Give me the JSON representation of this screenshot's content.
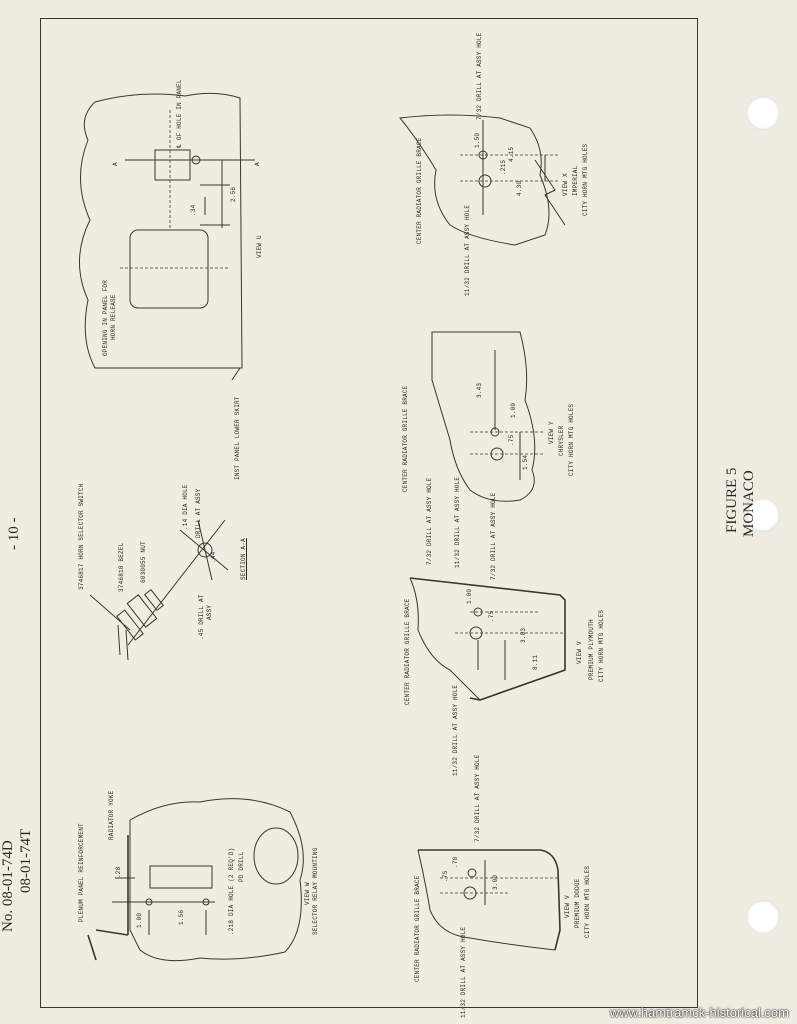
{
  "page_number": "- 10 -",
  "doc_numbers": [
    "No. 08-01-74D",
    "08-01-74T"
  ],
  "figure": {
    "label": "FIGURE 5",
    "title": "MONACO"
  },
  "watermark": "www.hamtramck-historical.com",
  "view_u": {
    "centerline_note": "℄ OF HOLE IN PANEL",
    "section_marker": "A",
    "dim_1": ".34",
    "dim_2": "2.56",
    "opening_label_1": "OPENING IN PANEL FOR",
    "opening_label_2": "HORN RELEASE",
    "skirt_label": "INST PANEL LOWER SKIRT",
    "title": "VIEW U"
  },
  "section_aa": {
    "switch": "3746817 HORN SELECTOR SWITCH",
    "bezel": "3746818 BEZEL",
    "nut": "6030055 NUT",
    "hole_1": ".14 DIA HOLE",
    "hole_2": "DRILL AT ASSY",
    "dim": ".44",
    "drill_1": ".45 DRILL AT",
    "drill_2": "ASSY",
    "title": "SECTION A-A"
  },
  "view_w": {
    "reinforcement": "PLENUM PANEL REINFORCEMENT",
    "yoke": "RADIATOR YOKE",
    "dim_28": ".28",
    "dim_100": "1.00",
    "dim_156": "1.56",
    "hole_1": ".218 DIA HOLE (2 REQ'D)",
    "hole_2": "PD DRILL",
    "title": "VIEW W",
    "subtitle": "SELECTOR RELAY MOUNTING"
  },
  "view_x": {
    "brace": "CENTER RADIATOR GRILLE BRACE",
    "drill_top": "7/32 DRILL AT ASSY HOLE",
    "dim_150": "1.50",
    "dim_415": "4.15",
    "dim_215": ".215",
    "dim_430": "4.30",
    "drill_bottom": "11/32 DRILL AT ASSY HOLE",
    "title": "VIEW X",
    "make": "IMPERIAL",
    "holes": "CITY HORN MTG HOLES"
  },
  "view_y": {
    "brace": "CENTER RADIATOR GRILLE BRACE",
    "drill_1": "7/32 DRILL AT ASSY HOLE",
    "drill_2": "11/32 DRILL AT ASSY HOLE",
    "dim_343": "3.43",
    "dim_100": "1.00",
    "dim_75": ".75",
    "dim_154": "1.54",
    "title": "VIEW Y",
    "make": "CHRYSLER",
    "holes": "CITY HORN MTG HOLES"
  },
  "view_v_plymouth": {
    "drill_top": "7/32 DRILL AT ASSY HOLE",
    "brace": "CENTER RADIATOR GRILLE BRACE",
    "dim_100": "1.00",
    "dim_75": ".75",
    "dim_303": "3.03",
    "dim_811": "8.11",
    "drill_bottom": "11/32 DRILL AT ASSY HOLE",
    "title": "VIEW V",
    "make": "PREMIUM PLYMOUTH",
    "holes": "CITY HORN MTG HOLES"
  },
  "view_v_dodge": {
    "drill_top": "7/32 DRILL AT ASSY HOLE",
    "brace": "CENTER RADIATOR GRILLE BRACE",
    "dim_70": ".70",
    "dim_75": ".75",
    "dim_300": "3.00",
    "drill_bottom": "11/32 DRILL AT ASSY HOLE",
    "title": "VIEW V",
    "make": "PREMIUM DODGE",
    "holes": "CITY HORN MTG HOLES"
  }
}
